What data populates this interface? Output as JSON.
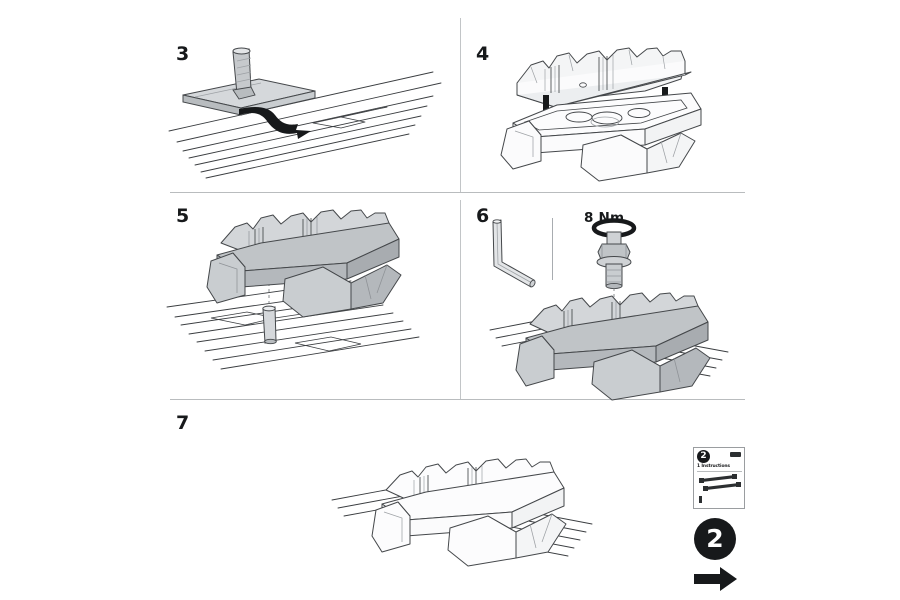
{
  "document": {
    "type": "roof-rack-installation-instructions",
    "sheet_number": "2"
  },
  "steps": [
    {
      "id": "step-3",
      "number": "3",
      "illustration": "t-track-plate-with-threaded-stud-sliding-into-roof-rail",
      "caption": ""
    },
    {
      "id": "step-4",
      "number": "4",
      "illustration": "rubber-pad-lowered-onto-foot-body-two-down-arrows",
      "caption": ""
    },
    {
      "id": "step-5",
      "number": "5",
      "illustration": "assembled-foot-aligned-above-stud-on-roof-rail",
      "caption": ""
    },
    {
      "id": "step-6",
      "number": "6",
      "illustration": "hex-key-and-bolt-torqued-into-foot",
      "caption": "",
      "torque_label": "8 Nm",
      "tool": "hex-key"
    },
    {
      "id": "step-7",
      "number": "7",
      "illustration": "completed-foot-mounted-on-roof-rail",
      "caption": ""
    }
  ],
  "kit_card": {
    "badge": "2",
    "title": "1 Instructions",
    "illustration": "two-roof-bars",
    "chip": "barcode-chip"
  },
  "footer": {
    "next_step_badge": "2",
    "arrow": "right-arrow"
  },
  "colors": {
    "ink": "#17191b",
    "line": "#3a3d40",
    "hairline": "#b9bcbe",
    "metal_light": "#e3e5e7",
    "metal_mid": "#c6c9cc",
    "metal_dark": "#9da1a5",
    "paper": "#ffffff"
  }
}
